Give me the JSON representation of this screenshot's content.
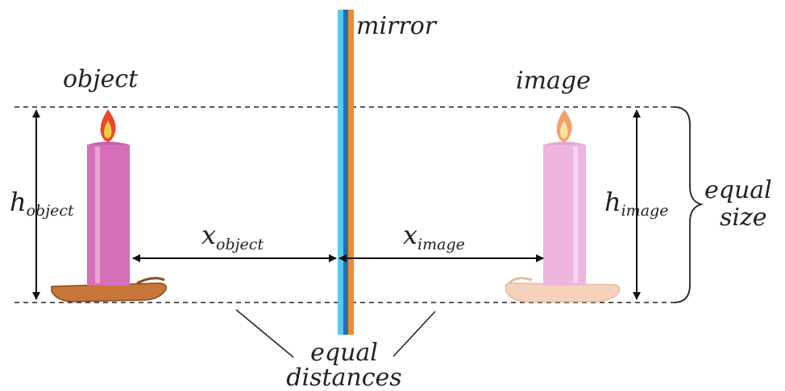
{
  "labels": {
    "mirror": "mirror",
    "object": "object",
    "image": "image",
    "h": "h",
    "h_object_sub": "object",
    "h_image_sub": "image",
    "x": "x",
    "x_object_sub": "object",
    "x_image_sub": "image",
    "equal_size_line1": "equal",
    "equal_size_line2": "size",
    "equal_distances_line1": "equal",
    "equal_distances_line2": "distances"
  },
  "colors": {
    "mirror_front": "#5BC8EE",
    "mirror_mid": "#1F6FB5",
    "mirror_back": "#F08A2C",
    "candle_object": "#D46FB8",
    "candle_image": "#EDB5E0",
    "holder_object": "#C8753A",
    "holder_image": "#F6D2BC",
    "flame_outer": "#E8472A",
    "flame_inner": "#F7C948"
  }
}
